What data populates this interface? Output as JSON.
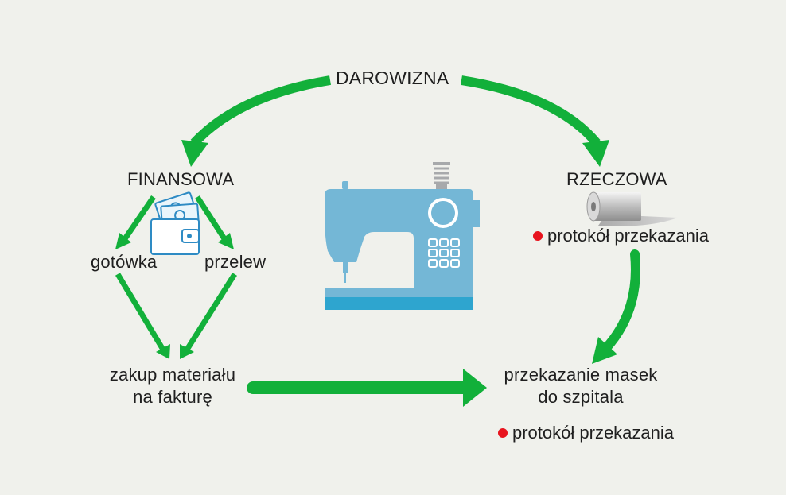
{
  "colors": {
    "arrow": "#12b03a",
    "bullet": "#e8141e",
    "machine_body": "#74b7d6",
    "machine_base": "#2ea5cf",
    "background": "#f0f1ec"
  },
  "nodes": {
    "root": "DAROWIZNA",
    "financial": "FINANSOWA",
    "material": "RZECZOWA",
    "cash": "gotówka",
    "transfer": "przelew",
    "purchase_line1": "zakup materiału",
    "purchase_line2": "na fakturę",
    "handover_line1": "przekazanie masek",
    "handover_line2": "do szpitala"
  },
  "bullets": {
    "material_protocol": "protokół przekazania",
    "handover_protocol": "protokół przekazania"
  },
  "icons": [
    "wallet-icon",
    "fabric-roll-icon",
    "sewing-machine-icon"
  ]
}
